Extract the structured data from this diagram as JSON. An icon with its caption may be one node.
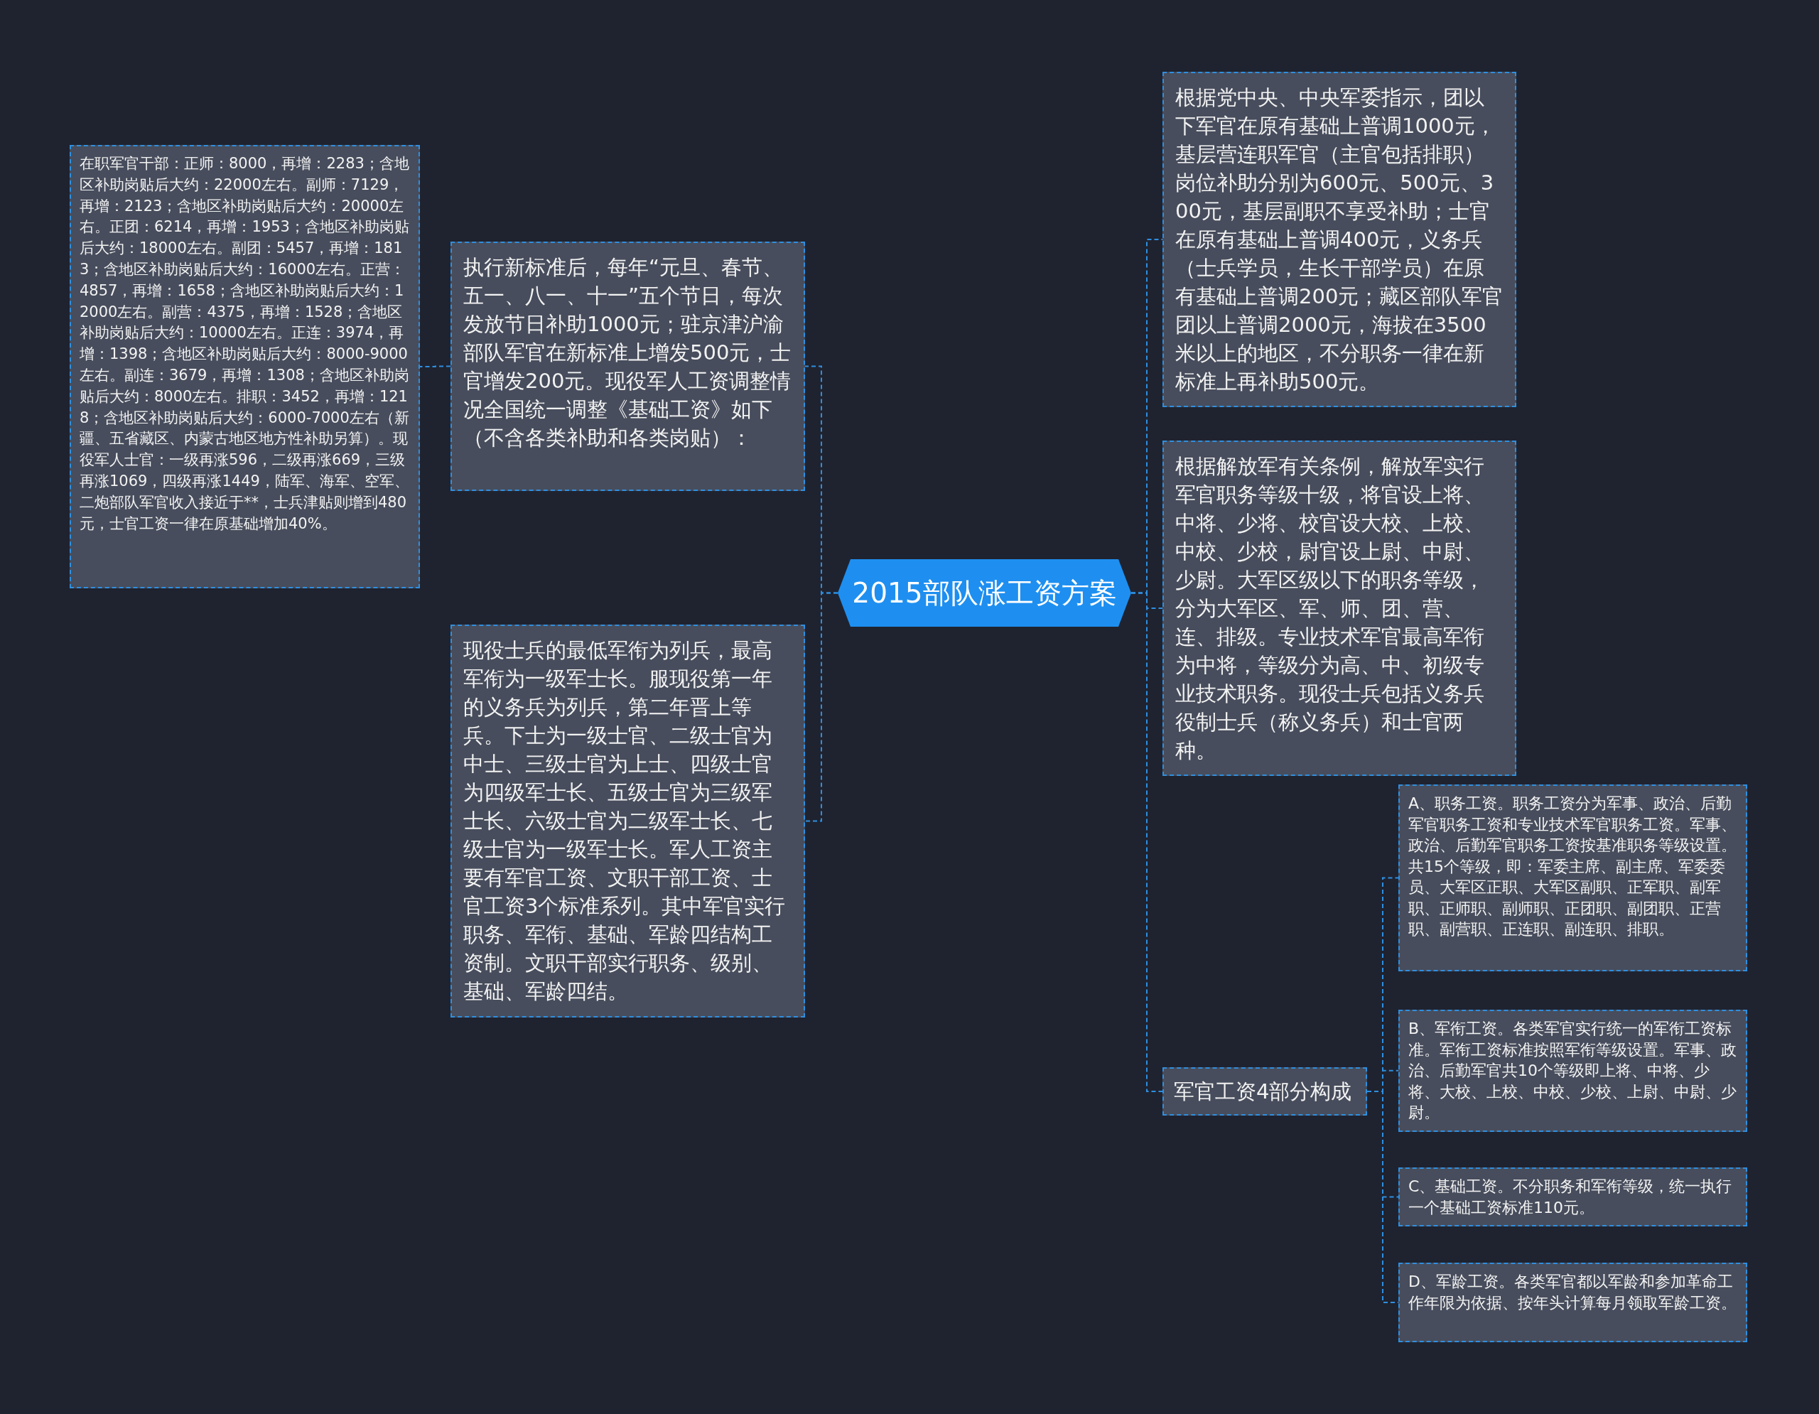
{
  "diagram": {
    "nodes": [
      {
        "text": [
          "2015部队涨工资方案"
        ]
      },
      {
        "text": [
          "执行新标准后，每年“元旦、春节、五一、八一、十一”五个节日，每次发放节日补助1000元；驻京津沪渝部队军官在新标准上增发500元，士官增发200元。现役军人工资调整情况全国统一调整《基础工资》如下（不含各类补助和各类岗贴）："
        ]
      },
      {
        "text": [
          "在职军官干部：正师：8000，再增：2283；含地区补助岗贴后大约：22000左右。副师：7129，再增：2123；含地区补助岗贴后大约：20000左右。正团：6214，再增：1953；含地区补助岗贴后大约：18000左右。副团：5457，再增：1813；含地区补助岗贴后大约：16000左右。正营：4857，再增：1658；含地区补助岗贴后大约：12000左右。副营：4375，再增：1528；含地区补助岗贴后大约：10000左右。正连：3974，再增：1398；含地区补助岗贴后大约：8000-9000左右。副连：3679，再增：1308；含地区补助岗贴后大约：8000左右。排职：3452，再增：1218；含地区补助岗贴后大约：6000-7000左右（新疆、五省藏区、内蒙古地区地方性补助另算）。现役军人士官：一级再涨596，二级再涨669，三级再涨1069，四级再涨1449，陆军、海军、空军、二炮部队军官收入接近于**，士兵津贴则增到480元，士官工资一律在原基础增加40%。"
        ]
      },
      {
        "text": [
          "现役士兵的最低军衔为列兵，最高军衔为一级军士长。服现役第一年的义务兵为列兵，第二年晋上等兵。下士为一级士官、二级士官为中士、三级士官为上士、四级士官为四级军士长、五级士官为三级军士长、六级士官为二级军士长、七级士官为一级军士长。军人工资主要有军官工资、文职干部工资、士官工资3个标准系列。其中军官实行职务、军衔、基础、军龄四结构工资制。文职干部实行职务、级别、基础、军龄四结。"
        ]
      },
      {
        "text": [
          "根据党中央、中央军委指示，团以下军官在原有基础上普调1000元，基层营连职军官（主官包括排职）岗位补助分别为600元、500元、300元，基层副职不享受补助；士官在原有基础上普调400元，义务兵（士兵学员，生长干部学员）在原有基础上普调200元；藏区部队军官团以上普调2000元，海拔在3500米以上的地区，不分职务一律在新标准上再补助500元。"
        ]
      },
      {
        "text": [
          "根据解放军有关条例，解放军实行军官职务等级十级，将官设上将、中将、少将、校官设大校、上校、中校、少校，尉官设上尉、中尉、少尉。大军区级以下的职务等级，分为大军区、军、师、团、营、连、排级。专业技术军官最高军衔为中将，等级分为高、中、初级专业技术职务。现役士兵包括义务兵役制士兵（称义务兵）和士官两种。"
        ]
      },
      {
        "text": [
          "军官工资4部分构成"
        ]
      },
      {
        "text": [
          "A、职务工资。职务工资分为军事、政治、后勤军官职务工资和专业技术军官职务工资。军事、政治、后勤军官职务工资按基准职务等级设置。共15个等级，即：军委主席、副主席、军委委员、大军区正职、大军区副职、正军职、副军职、正师职、副师职、正团职、副团职、正营职、副营职、正连职、副连职、排职。"
        ]
      },
      {
        "text": [
          "B、军衔工资。各类军官实行统一的军衔工资标准。军衔工资标准按照军衔等级设置。军事、政治、后勤军官共10个等级即上将、中将、少将、大校、上校、中校、少校、上尉、中尉、少尉。"
        ]
      },
      {
        "text": [
          "C、基础工资。不分职务和军衔等级，统一执行一个基础工资标准110元。"
        ]
      },
      {
        "text": [
          "D、军龄工资。各类军官都以军龄和参加革命工作年限为依据、按年头计算每月领取军龄工资。"
        ]
      }
    ],
    "edges": [
      {
        "from": 0,
        "to": 1,
        "arrow": "none"
      },
      {
        "from": 1,
        "to": 2,
        "arrow": "none"
      },
      {
        "from": 0,
        "to": 3,
        "arrow": "none"
      },
      {
        "from": 0,
        "to": 4,
        "arrow": "none"
      },
      {
        "from": 0,
        "to": 5,
        "arrow": "none"
      },
      {
        "from": 0,
        "to": 6,
        "arrow": "none"
      },
      {
        "from": 6,
        "to": 7,
        "arrow": "none"
      },
      {
        "from": 6,
        "to": 8,
        "arrow": "none"
      },
      {
        "from": 6,
        "to": 9,
        "arrow": "none"
      },
      {
        "from": 6,
        "to": 10,
        "arrow": "none"
      }
    ]
  }
}
